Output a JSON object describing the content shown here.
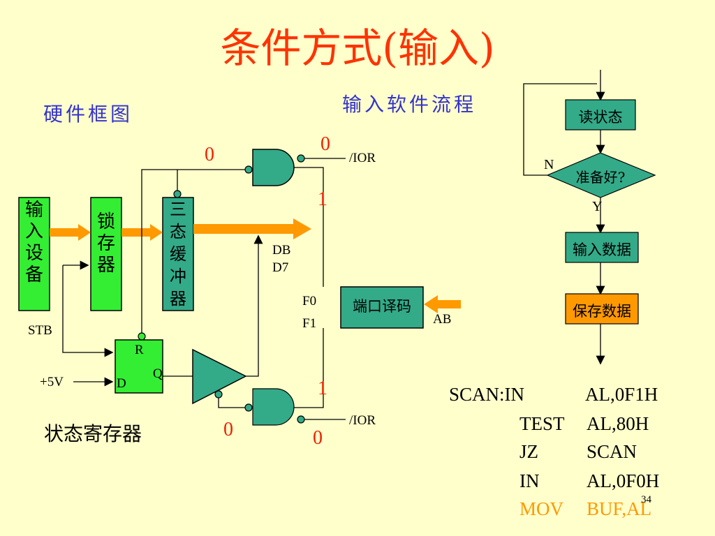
{
  "title": "条件方式(输入)",
  "labels": {
    "hardware_diagram": "硬件框图",
    "input_software_flow": "输入软件流程",
    "status_register": "状态寄存器"
  },
  "blocks": {
    "input_device": [
      "输",
      "入",
      "设",
      "备"
    ],
    "latch": [
      "锁",
      "存",
      "器"
    ],
    "tristate_buffer": [
      "三",
      "态",
      "缓",
      "冲",
      "器"
    ],
    "port_decoder": "端口译码"
  },
  "signals": {
    "stb": "STB",
    "plus5v": "+5V",
    "ff_r": "R",
    "ff_d": "D",
    "ff_q": "Q",
    "ior_top": "/IOR",
    "ior_bottom": "/IOR",
    "db": "DB",
    "d7": "D7",
    "f0": "F0",
    "f1": "F1",
    "ab": "AB"
  },
  "logic_levels": {
    "top_gate_input": "0",
    "top_gate_ior": "0",
    "top_gate_output": "1",
    "bottom_gate_output": "1",
    "bottom_gate_input": "0",
    "bottom_gate_ior": "0"
  },
  "flowchart": {
    "read_status": "读状态",
    "ready": "准备好?",
    "no": "N",
    "yes": "Y",
    "input_data": "输入数据",
    "save_data": "保存数据"
  },
  "code": [
    {
      "label": "SCAN:IN",
      "operand": "AL,0F1H"
    },
    {
      "label": "TEST",
      "operand": "AL,80H"
    },
    {
      "label": "JZ",
      "operand": "SCAN"
    },
    {
      "label": "IN",
      "operand": "AL,0F0H"
    },
    {
      "label": "MOV",
      "operand": "BUF,AL"
    }
  ],
  "page_number": "34",
  "colors": {
    "background": "#ffffcc",
    "title": "#ff3300",
    "green_block": "#33ee33",
    "teal_block": "#33aa88",
    "orange_block": "#ff9900",
    "arrow_orange": "#ff9900",
    "logic_red": "#ee2200",
    "heading_blue": "#3333cc"
  }
}
